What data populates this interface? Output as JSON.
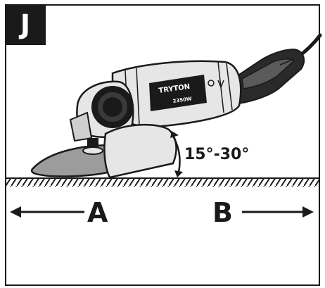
{
  "figure": {
    "letter": "J",
    "brand": "TRYTON",
    "model": "2350W",
    "angle_label": "15°-30°",
    "left_label": "A",
    "right_label": "B"
  },
  "colors": {
    "ink": "#1a1a1a",
    "disc": "#9c9c9c",
    "body_light": "#e6e6e6",
    "body_dark": "#2a2a2a"
  }
}
